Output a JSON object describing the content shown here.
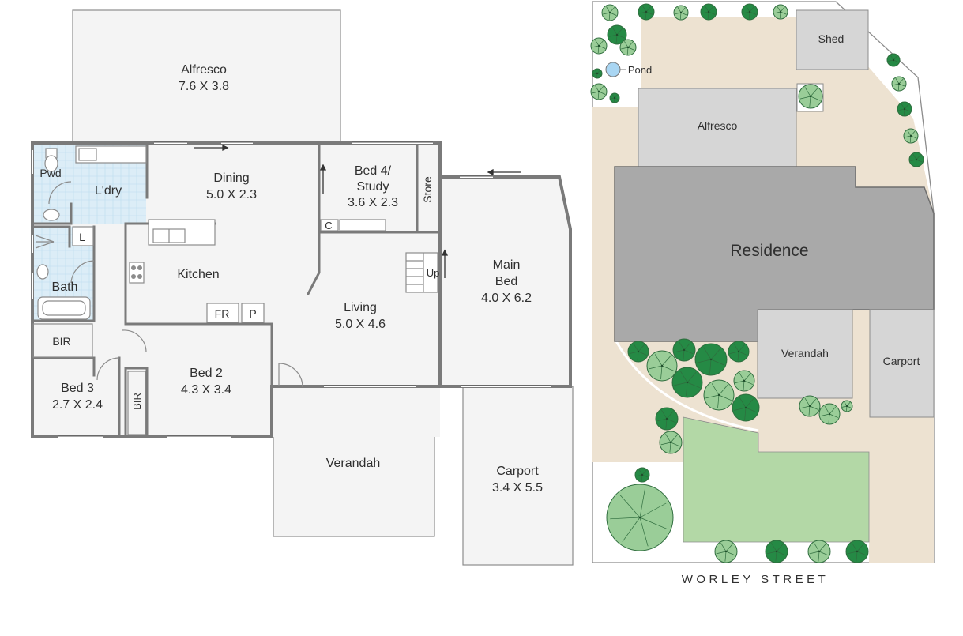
{
  "floor_plan": {
    "rooms": {
      "alfresco": {
        "name": "Alfresco",
        "size": "7.6 X 3.8"
      },
      "dining": {
        "name": "Dining",
        "size": "5.0 X 2.3"
      },
      "bed4": {
        "name_line1": "Bed 4/",
        "name_line2": "Study",
        "size": "3.6 X 2.3"
      },
      "store": {
        "name": "Store"
      },
      "pwd": {
        "name": "Pwd"
      },
      "laundry": {
        "name": "L'dry"
      },
      "linen": {
        "name": "L"
      },
      "bath": {
        "name": "Bath"
      },
      "kitchen": {
        "name": "Kitchen"
      },
      "fridge": {
        "name": "FR"
      },
      "pantry": {
        "name": "P"
      },
      "cupboard": {
        "name": "C"
      },
      "stairs": {
        "name": "Up"
      },
      "living": {
        "name": "Living",
        "size": "5.0 X 4.6"
      },
      "main_bed": {
        "name_line1": "Main",
        "name_line2": "Bed",
        "size": "4.0 X 6.2"
      },
      "bir_bed3": {
        "name": "BIR"
      },
      "bed3": {
        "name": "Bed 3",
        "size": "2.7 X 2.4"
      },
      "bir_bed2": {
        "name": "BIR"
      },
      "bed2": {
        "name": "Bed 2",
        "size": "4.3 X 3.4"
      },
      "verandah": {
        "name": "Verandah"
      },
      "carport": {
        "name": "Carport",
        "size": "3.4 X 5.5"
      }
    }
  },
  "site_plan": {
    "labels": {
      "shed": "Shed",
      "pond": "Pond",
      "alfresco": "Alfresco",
      "residence": "Residence",
      "verandah": "Verandah",
      "carport": "Carport"
    },
    "street": "WORLEY STREET",
    "colors": {
      "ground": "#ede2d1",
      "lawn": "#b3d8a6",
      "residence": "#a9a9a9",
      "structure": "#d6d6d6",
      "tree_dark": "#258a45",
      "tree_mid": "#55a867",
      "tree_light": "#9acd98"
    }
  }
}
